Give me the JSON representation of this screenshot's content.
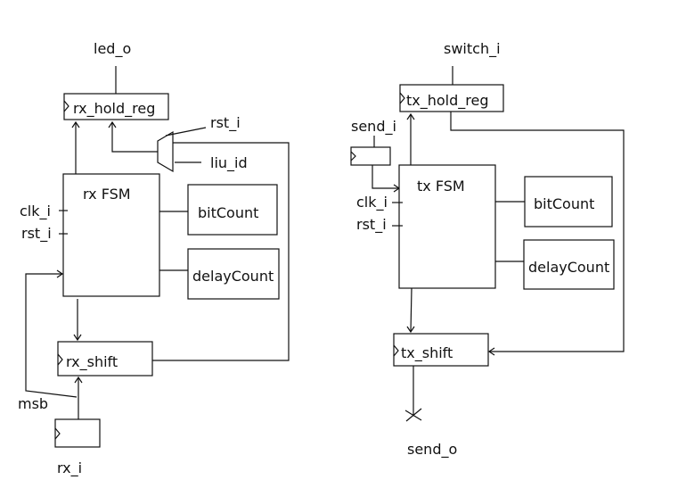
{
  "colors": {
    "line": "#111111",
    "background": "#ffffff"
  },
  "rx": {
    "led_o": "led_o",
    "hold_reg": "rx_hold_reg",
    "rst_i": "rst_i",
    "liu_id": "liu_id",
    "fsm": "rx FSM",
    "clk_i": "clk_i",
    "fsm_rst_i": "rst_i",
    "bitcount": "bitCount",
    "delaycount": "delayCount",
    "shift": "rx_shift",
    "msb": "msb",
    "rx_i": "rx_i"
  },
  "tx": {
    "switch_i": "switch_i",
    "hold_reg": "tx_hold_reg",
    "send_i": "send_i",
    "fsm": "tx FSM",
    "clk_i": "clk_i",
    "rst_i": "rst_i",
    "bitcount": "bitCount",
    "delaycount": "delayCount",
    "shift": "tx_shift",
    "send_o": "send_o"
  }
}
